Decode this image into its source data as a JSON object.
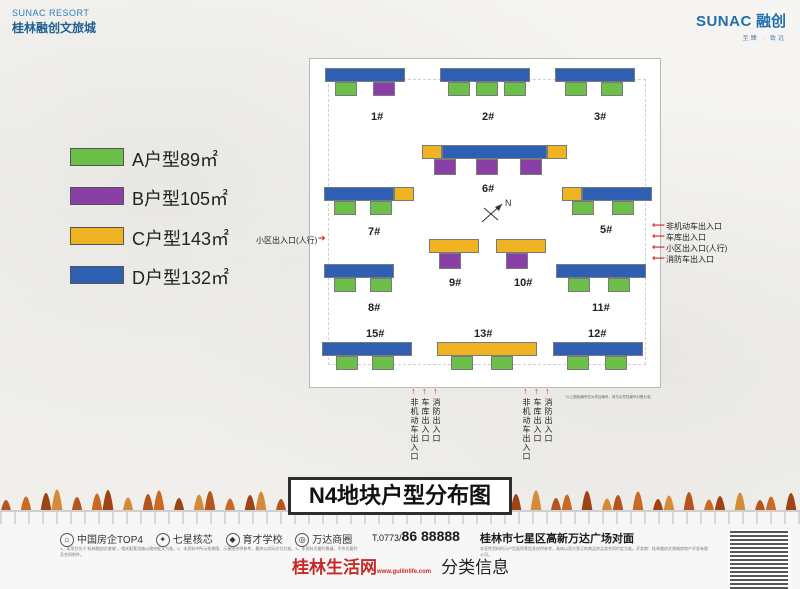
{
  "brand": {
    "left_en": "SUNAC RESORT",
    "left_cn": "桂林融创文旅城",
    "right_en": "SUNAC",
    "right_cn": "融创",
    "slogan": "至臻 · 致远"
  },
  "colors": {
    "A": "#6cc04a",
    "B": "#8a3fa6",
    "C": "#f0b323",
    "D": "#2f5fb3"
  },
  "legend": [
    {
      "label": "A户型",
      "area": "89㎡",
      "type": "A"
    },
    {
      "label": "B户型",
      "area": "105㎡",
      "type": "B"
    },
    {
      "label": "C户型",
      "area": "143㎡",
      "type": "C"
    },
    {
      "label": "D户型",
      "area": "132㎡",
      "type": "D"
    }
  ],
  "buildings": [
    "1#",
    "2#",
    "3#",
    "6#",
    "7#",
    "5#",
    "9#",
    "10#",
    "8#",
    "11#",
    "15#",
    "13#",
    "12#"
  ],
  "entrances": {
    "left": "小区出入口(人行)",
    "right": [
      "非机动车出入口",
      "车库出入口",
      "小区出入口(人行)",
      "消防车出入口"
    ],
    "bottom_left": [
      "非机动车出入口",
      "车库出入口",
      "消防出入口"
    ],
    "bottom_right": [
      "非机动车出入口",
      "车库出入口",
      "消防出入口"
    ]
  },
  "compass": "N",
  "note": "*以上图纸编号仅为项目编号，请与示意性编号对照为准。",
  "title": "N4地块户型分布图",
  "footer": {
    "tags": [
      "中国房企TOP4",
      "七星核芯",
      "育才学校",
      "万达商圈"
    ],
    "phone_prefix": "T.0773/",
    "phone": "86 88888",
    "address": "桂林市七星区高新万达广场对面",
    "fine_left": "1、本项目位于\"桂林融创文旅城\"，相关配套设施以政府批文为准。2、本资料中所示效果图、示意图仅供参考，最终以实际交付为准。3、本资料为要约邀请，不作为要约及合同附件。",
    "fine_right": "本宣传资料所示户型面积等信息仅供参考，具体以双方签订的商品房买卖合同约定为准。开发商：桂林融创文旅城房地产开发有限公司。"
  },
  "watermark": {
    "main": "桂林生活网",
    "sub": "www.guilinlife.com",
    "category": "分类信息"
  }
}
